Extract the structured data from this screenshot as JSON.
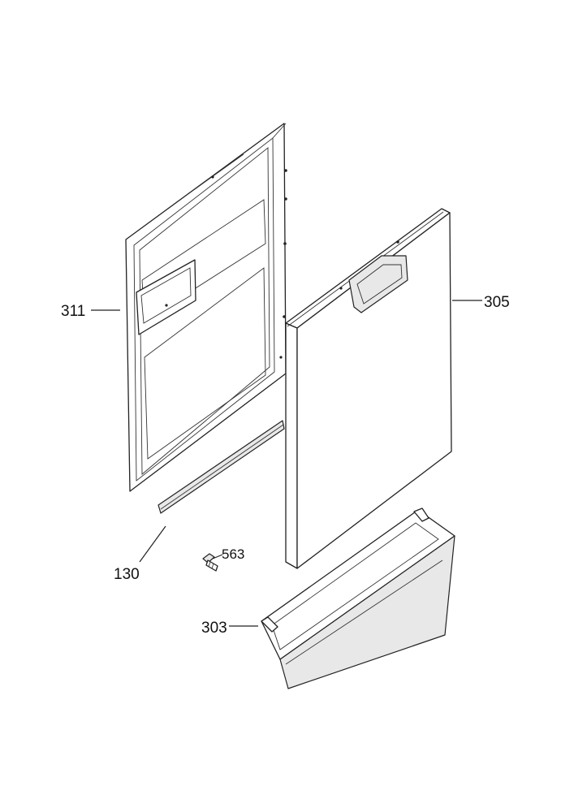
{
  "callouts": {
    "inner_door": "311",
    "outer_door_panel": "305",
    "bottom_trim_strip": "130",
    "screw": "563",
    "kick_plate": "303"
  }
}
